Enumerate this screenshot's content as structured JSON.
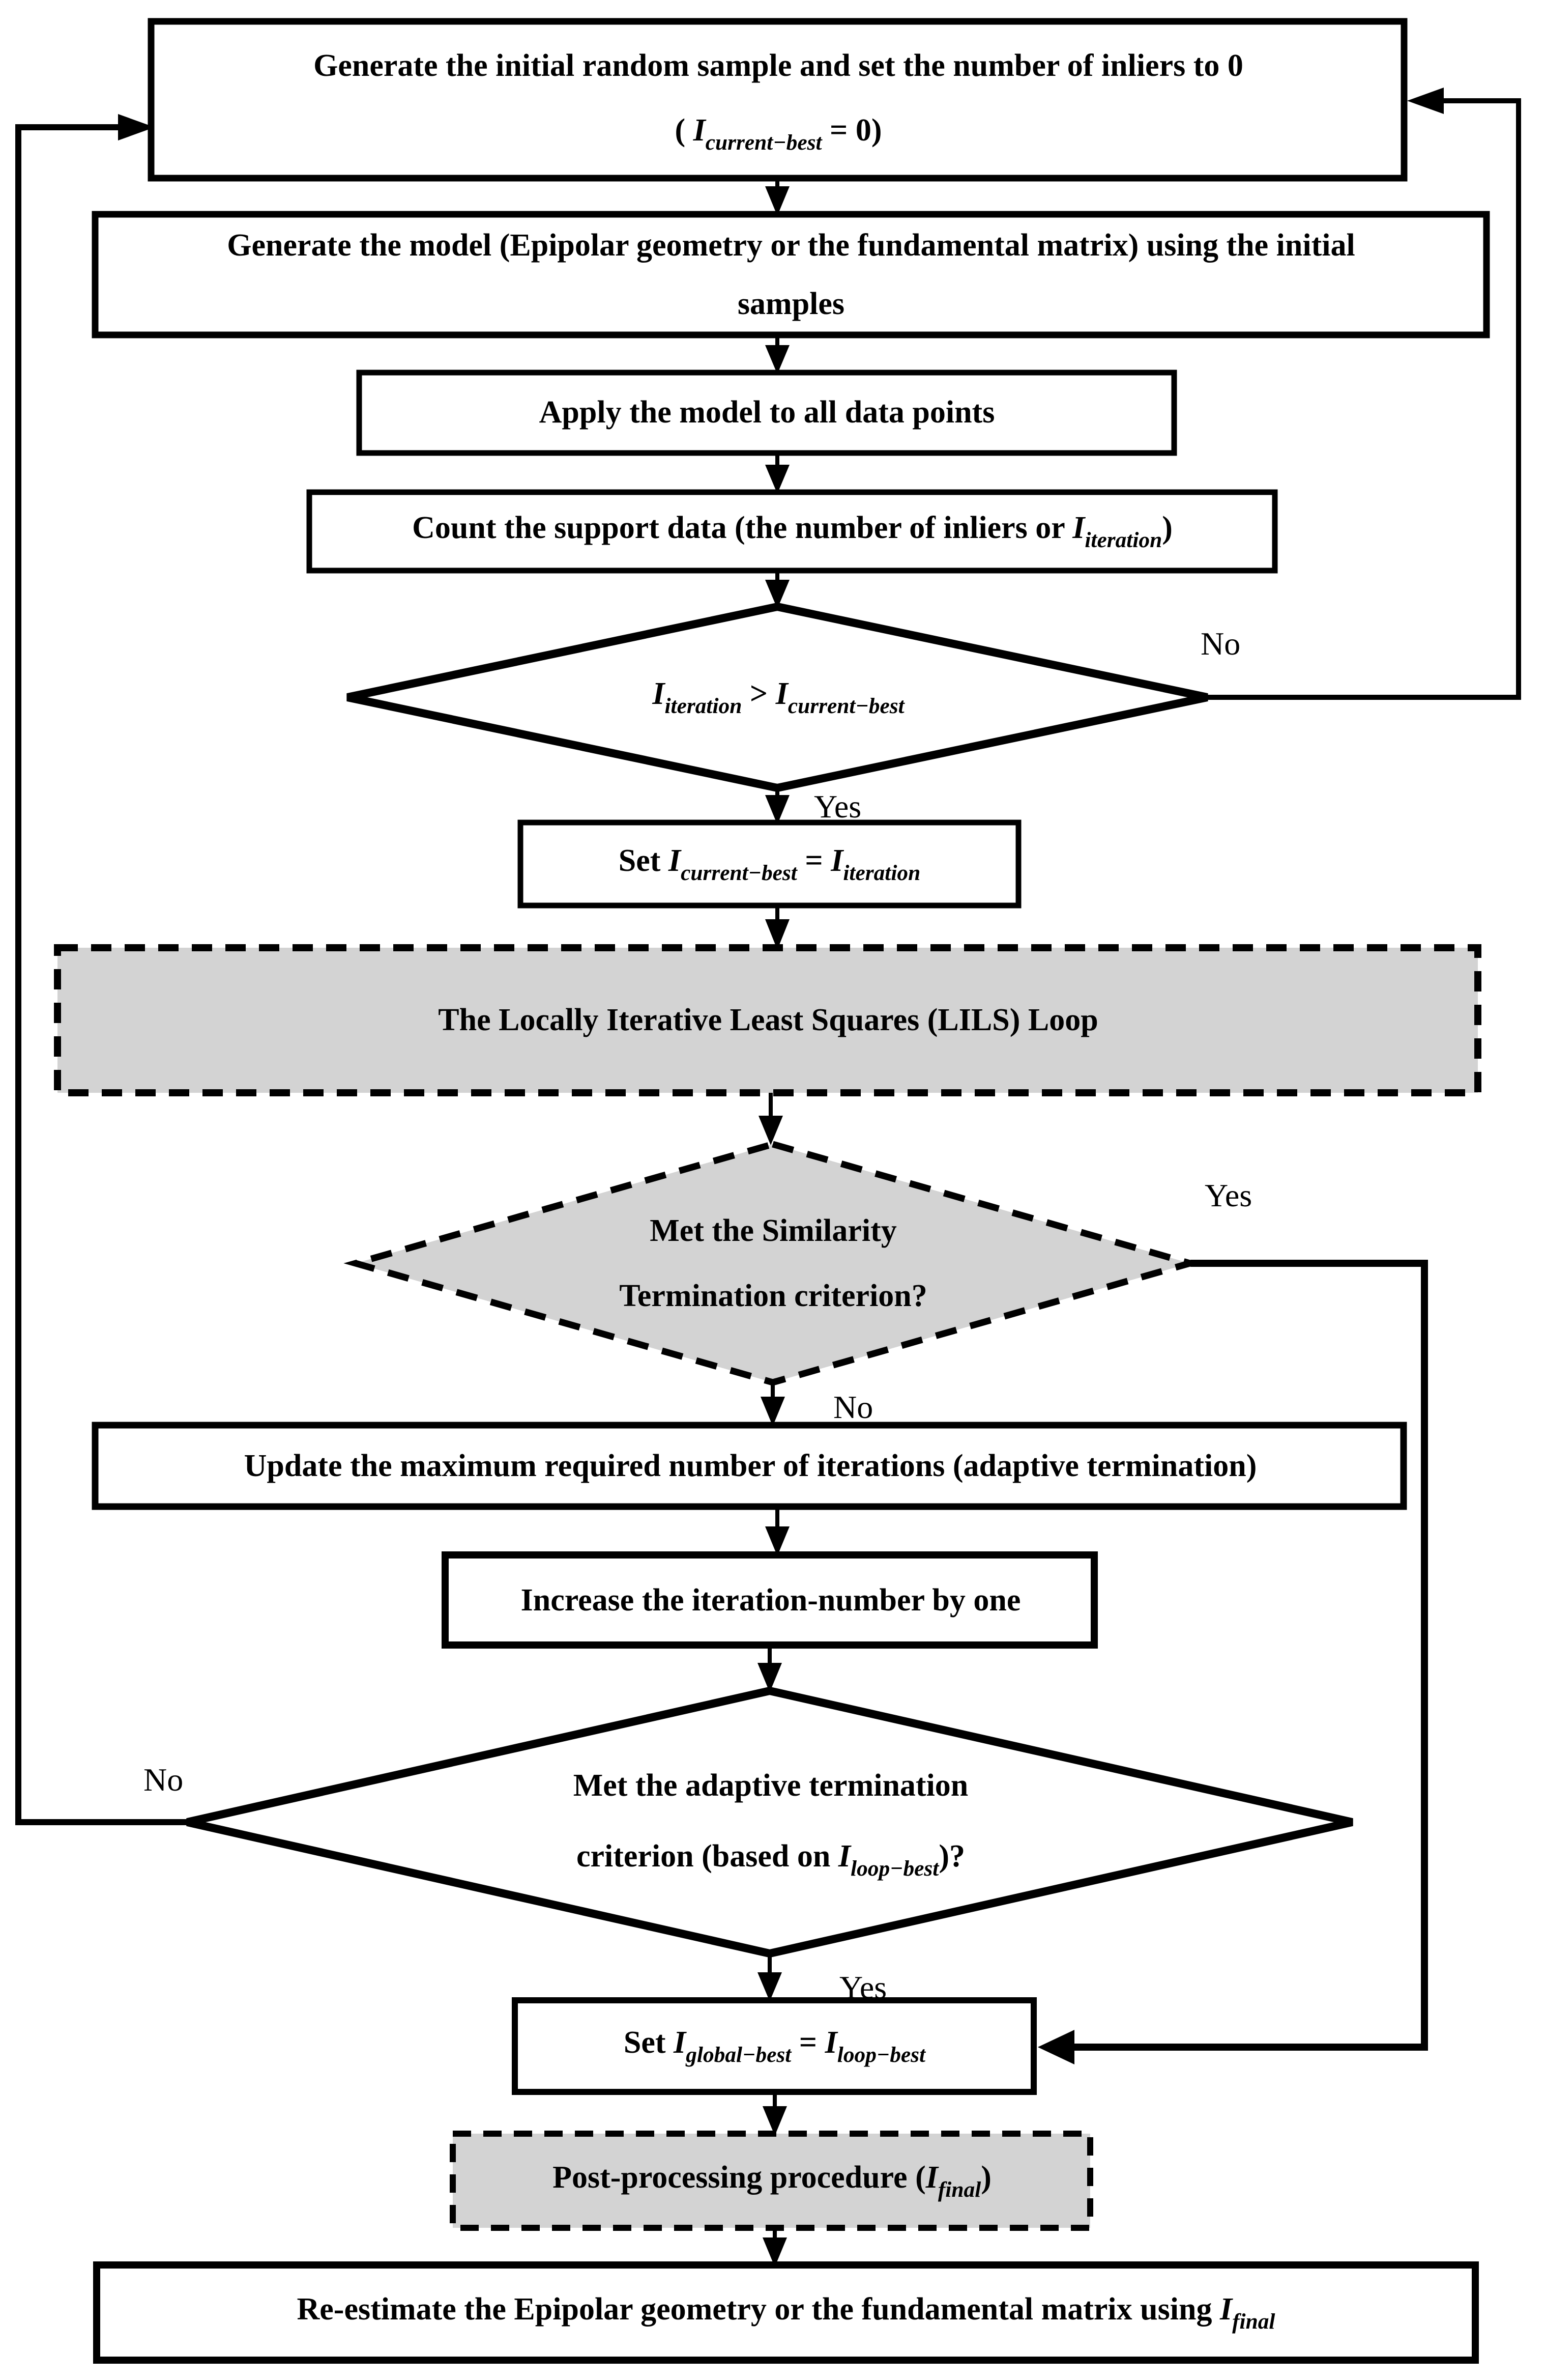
{
  "colors": {
    "background": "#ffffff",
    "shape_stroke": "#000000",
    "gray_fill": "#d3d3d3",
    "text": "#000000"
  },
  "nodes": {
    "start": {
      "line1": "Generate the initial random sample and set the number of inliers to 0",
      "pre": "( ",
      "var": "I",
      "sub": "current−best",
      "post": " = 0)"
    },
    "generate_model": {
      "line1": "Generate the model (Epipolar geometry or the fundamental matrix) using the initial",
      "line2": "samples"
    },
    "apply_model": {
      "text": "Apply the model to all data points"
    },
    "count_support": {
      "pre": "Count the support data (the number of inliers or ",
      "var": "I",
      "sub": "iteration",
      "post": ")"
    },
    "decision_inliers": {
      "var1": "I",
      "sub1": "iteration",
      "op": " >  ",
      "var2": "I",
      "sub2": "current−best"
    },
    "set_current_best": {
      "pre": "Set ",
      "var1": "I",
      "sub1": "current−best",
      "op": " =  ",
      "var2": "I",
      "sub2": "iteration"
    },
    "lils_loop": {
      "text": "The Locally Iterative Least Squares  (LILS) Loop"
    },
    "decision_similarity": {
      "line1": "Met the Similarity",
      "line2": "Termination criterion?"
    },
    "update_iterations": {
      "text": "Update the maximum required number of iterations (adaptive termination)"
    },
    "increase_iteration": {
      "text": "Increase the iteration-number by one"
    },
    "decision_adaptive": {
      "line1": "Met the adaptive termination",
      "pre2": "criterion (based on ",
      "var": "I",
      "sub": "loop−best",
      "post2": ")?"
    },
    "set_global_best": {
      "pre": "Set ",
      "var1": "I",
      "sub1": "global−best",
      "op": " =  ",
      "var2": "I",
      "sub2": "loop−best"
    },
    "post_processing": {
      "pre": "Post-processing procedure (",
      "var": "I",
      "sub": "final",
      "post": ")"
    },
    "reestimate": {
      "pre": "Re-estimate the Epipolar geometry or the fundamental matrix using ",
      "var": "I",
      "sub": "final"
    }
  },
  "labels": {
    "no_inliers": "No",
    "yes_inliers": "Yes",
    "yes_similarity": "Yes",
    "no_similarity": "No",
    "no_adaptive": "No",
    "yes_adaptive": "Yes"
  }
}
